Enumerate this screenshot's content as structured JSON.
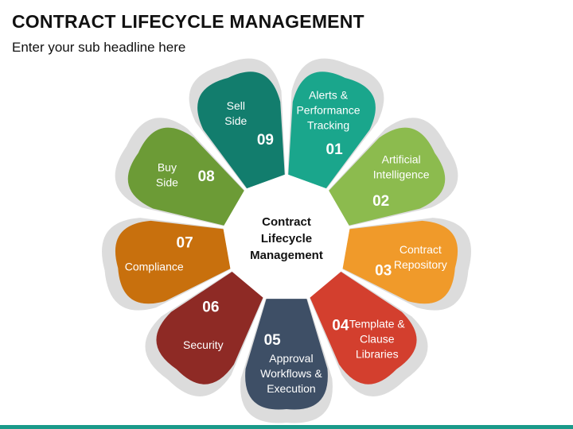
{
  "title": "CONTRACT LIFECYCLE MANAGEMENT",
  "subtitle": "Enter your sub headline here",
  "center": {
    "lines": [
      "Contract",
      "Lifecycle",
      "Management"
    ]
  },
  "segments": [
    {
      "number": "01",
      "lines": [
        "Alerts &",
        "Performance",
        "Tracking"
      ],
      "color": "#1aa68c"
    },
    {
      "number": "02",
      "lines": [
        "Artificial",
        "Intelligence"
      ],
      "color": "#8cbb4e"
    },
    {
      "number": "03",
      "lines": [
        "Contract",
        "Repository"
      ],
      "color": "#f09a2a"
    },
    {
      "number": "04",
      "lines": [
        "Template &",
        "Clause",
        "Libraries"
      ],
      "color": "#d33f2e"
    },
    {
      "number": "05",
      "lines": [
        "Approval",
        "Workflows &",
        "Execution"
      ],
      "color": "#3e4f66"
    },
    {
      "number": "06",
      "lines": [
        "Security"
      ],
      "color": "#8e2a25"
    },
    {
      "number": "07",
      "lines": [
        "Compliance"
      ],
      "color": "#c8700d"
    },
    {
      "number": "08",
      "lines": [
        "Buy",
        "Side"
      ],
      "color": "#6c9b36"
    },
    {
      "number": "09",
      "lines": [
        "Sell",
        "Side"
      ],
      "color": "#127d6d"
    }
  ],
  "colors": {
    "outer_ring": "#dcdcdc",
    "center_fill": "#ffffff",
    "bottom_bar": "#1a9a8a"
  }
}
